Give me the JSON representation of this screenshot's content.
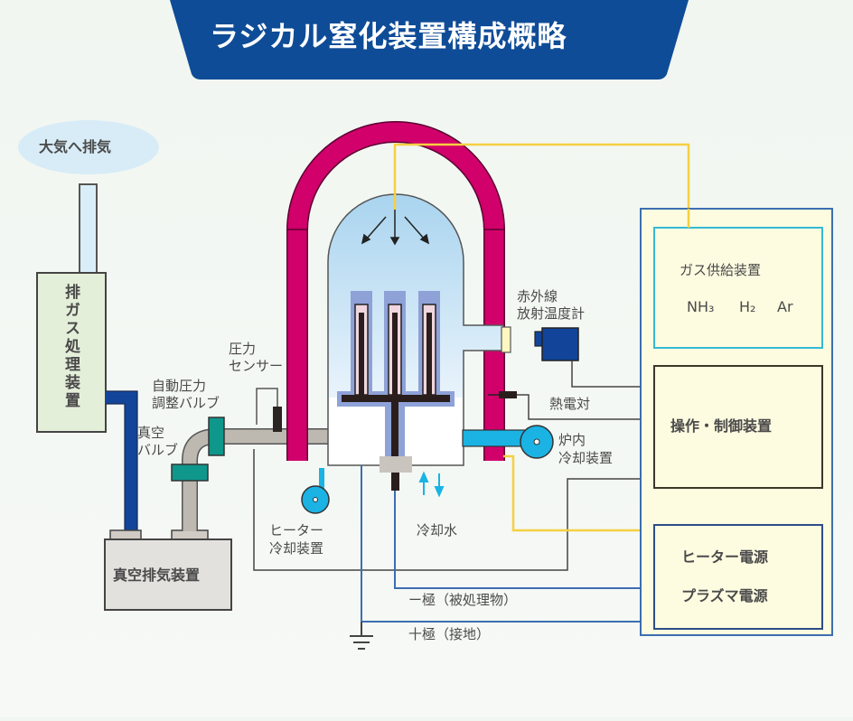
{
  "title": "ラジカル窒化装置構成概略",
  "labels": {
    "exhaust_to_atmosphere": "大気へ排気",
    "exhaust_gas_treatment": "排ガス処理装置",
    "vacuum_pump_unit": "真空排気装置",
    "vacuum_valve_line1": "真空",
    "vacuum_valve_line2": "バルブ",
    "auto_pressure_valve_line1": "自動圧力",
    "auto_pressure_valve_line2": "調整バルブ",
    "pressure_sensor_line1": "圧力",
    "pressure_sensor_line2": "センサー",
    "heater_cooler_line1": "ヒーター",
    "heater_cooler_line2": "冷却装置",
    "cooling_water": "冷却水",
    "ir_thermometer_line1": "赤外線",
    "ir_thermometer_line2": "放射温度計",
    "thermocouple": "熱電対",
    "furnace_cooler_line1": "炉内",
    "furnace_cooler_line2": "冷却装置",
    "negative_pole": "ー極（被処理物）",
    "positive_pole": "十極（接地）"
  },
  "right_panel": {
    "gas_supply": {
      "label": "ガス供給装置",
      "gases": [
        "NH₃",
        "H₂",
        "Ar"
      ]
    },
    "control_unit": "操作・制御装置",
    "power_supplies": [
      "ヒーター電源",
      "プラズマ電源"
    ]
  },
  "colors": {
    "title_banner": "#0f4c97",
    "heater": "#d1006b",
    "chamber_fill": "#bfe0f5",
    "valve": "#0f978c",
    "pipe": "#bdb8b0",
    "dark_pipe": "#12459a",
    "coolant": "#1ab3e4",
    "gas_line": "#f5d042",
    "electrical_line": "#3d6eb0",
    "panel_fill": "#fdfbe0"
  }
}
